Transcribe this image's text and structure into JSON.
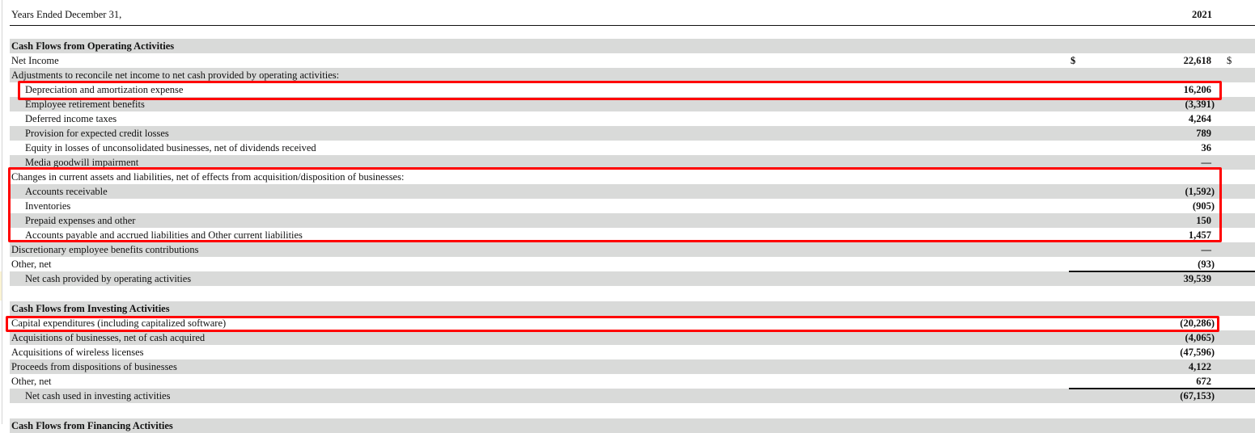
{
  "header": {
    "period_label": "Years Ended December 31,",
    "year": "2021"
  },
  "operating": {
    "title": "Cash Flows from Operating Activities",
    "net_income": {
      "label": "Net Income",
      "currency": "$",
      "value": "22,618",
      "trailing_currency": "$"
    },
    "adjustments_label": "Adjustments to reconcile net income to net cash provided by operating activities:",
    "adjustments": [
      {
        "label": "Depreciation and amortization expense",
        "value": "16,206"
      },
      {
        "label": "Employee retirement benefits",
        "value": "(3,391)"
      },
      {
        "label": "Deferred income taxes",
        "value": "4,264"
      },
      {
        "label": "Provision for expected credit losses",
        "value": "789"
      },
      {
        "label": "Equity in losses of unconsolidated businesses, net of dividends received",
        "value": "36"
      },
      {
        "label": "Media goodwill impairment",
        "value": "—"
      }
    ],
    "changes_label": "Changes in current assets and liabilities, net of effects from acquisition/disposition of businesses:",
    "changes": [
      {
        "label": "Accounts receivable",
        "value": "(1,592)"
      },
      {
        "label": "Inventories",
        "value": "(905)"
      },
      {
        "label": "Prepaid expenses and other",
        "value": "150"
      },
      {
        "label": "Accounts payable and accrued liabilities and Other current liabilities",
        "value": "1,457"
      }
    ],
    "discretionary": {
      "label": "Discretionary employee benefits contributions",
      "value": "—"
    },
    "other": {
      "label": "Other, net",
      "value": "(93)"
    },
    "total": {
      "label": "Net cash provided by operating activities",
      "value": "39,539"
    }
  },
  "investing": {
    "title": "Cash Flows from Investing Activities",
    "items": [
      {
        "label": "Capital expenditures (including capitalized software)",
        "value": "(20,286)"
      },
      {
        "label": "Acquisitions of businesses, net of cash acquired",
        "value": "(4,065)"
      },
      {
        "label": "Acquisitions of wireless licenses",
        "value": "(47,596)"
      },
      {
        "label": "Proceeds from dispositions of businesses",
        "value": "4,122"
      },
      {
        "label": "Other, net",
        "value": "672"
      }
    ],
    "total": {
      "label": "Net cash used in investing activities",
      "value": "(67,153)"
    }
  },
  "financing": {
    "title": "Cash Flows from Financing Activities"
  },
  "highlights": {
    "color": "#ff0000",
    "boxes": [
      "depreciation-row",
      "changes-in-current-assets-block",
      "capital-expenditures-row"
    ]
  },
  "colors": {
    "row_shade": "#d9dad9",
    "text": "#111111"
  }
}
